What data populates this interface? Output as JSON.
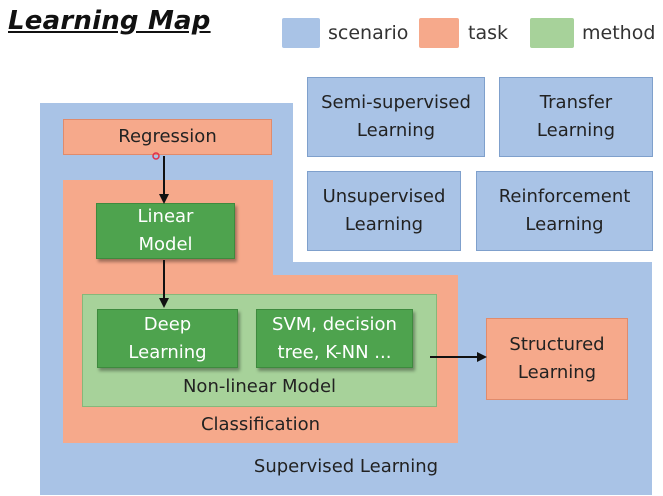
{
  "title": "Learning Map",
  "legend": {
    "scenario": {
      "label": "scenario",
      "color": "#a9c3e6"
    },
    "task": {
      "label": "task",
      "color": "#f6a98b"
    },
    "method": {
      "label": "method",
      "color": "#a7d29a"
    }
  },
  "scenarios": {
    "semi_supervised": [
      "Semi-supervised",
      "Learning"
    ],
    "transfer": [
      "Transfer",
      "Learning"
    ],
    "unsupervised": [
      "Unsupervised",
      "Learning"
    ],
    "reinforcement": [
      "Reinforcement",
      "Learning"
    ],
    "supervised": "Supervised Learning"
  },
  "tasks": {
    "regression": "Regression",
    "classification": "Classification",
    "structured": [
      "Structured",
      "Learning"
    ]
  },
  "methods": {
    "linear_model": [
      "Linear",
      "Model"
    ],
    "deep_learning": [
      "Deep",
      "Learning"
    ],
    "svm": [
      "SVM, decision",
      "tree, K-NN ..."
    ],
    "non_linear_model": "Non-linear Model"
  }
}
